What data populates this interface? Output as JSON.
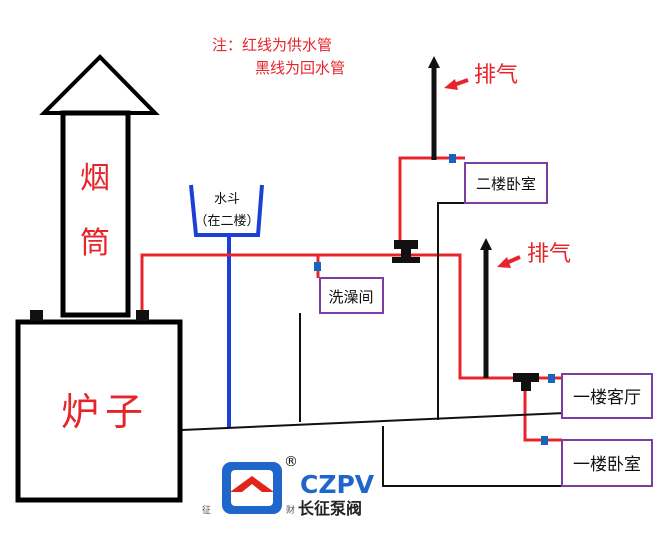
{
  "note": {
    "line1": "注：红线为供水管",
    "line2": "黑线为回水管"
  },
  "chimney": {
    "char1": "烟",
    "char2": "筒"
  },
  "stove": {
    "char1": "炉",
    "char2": "子"
  },
  "water_tank": {
    "line1": "水斗",
    "line2": "（在二楼）"
  },
  "rooms": {
    "bathroom": "洗澡间",
    "second_floor_bedroom": "二楼卧室",
    "first_floor_living": "一楼客厅",
    "first_floor_bedroom": "一楼卧室"
  },
  "vent": {
    "top": "排气",
    "middle": "排气"
  },
  "logo": {
    "registered": "®",
    "name_en": "CZPV",
    "name_cn": "长征泵阀",
    "left_char": "征",
    "mid_char": "财"
  },
  "colors": {
    "supply": "#e8242b",
    "return": "#111111",
    "tank": "#1c3fd6",
    "valve": "#1565c0",
    "room_border": "#7a3fa0",
    "logo_blue": "#1e66c9",
    "logo_red": "#e2231a"
  }
}
